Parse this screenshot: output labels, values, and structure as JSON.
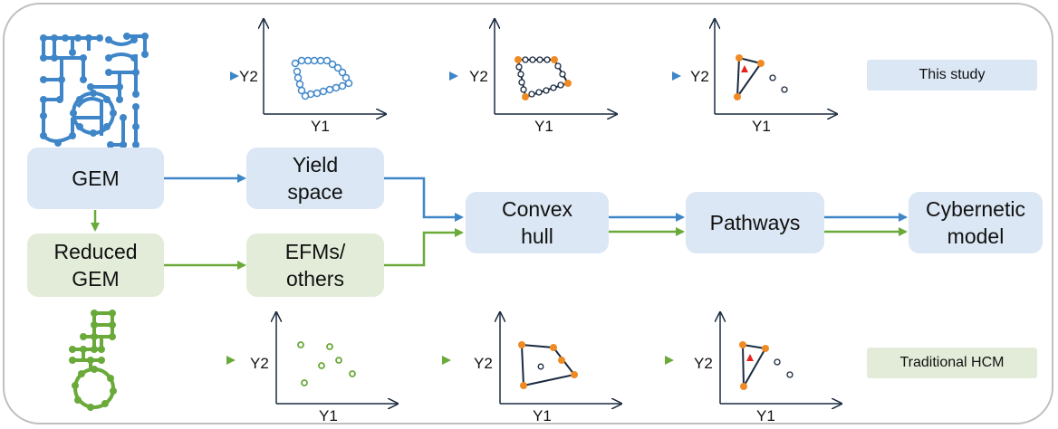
{
  "colors": {
    "blue": "#3f86c8",
    "green": "#6aaa3a",
    "orange": "#f08a24",
    "red": "#e8231f",
    "dark": "#1a2a40"
  },
  "boxes": {
    "gem": "GEM",
    "reduced_gem": "Reduced\nGEM",
    "yield_space": "Yield\nspace",
    "efms_others": "EFMs/\nothers",
    "convex_hull": "Convex\nhull",
    "pathways": "Pathways",
    "cybernetic_model": "Cybernetic\nmodel"
  },
  "tags": {
    "this_study": "This study",
    "traditional_hcm": "Traditional HCM"
  },
  "axes": {
    "x": "Y1",
    "y": "Y2"
  },
  "icons": {
    "gem_network": "gem-network-icon",
    "reduced_network": "reduced-network-icon"
  }
}
